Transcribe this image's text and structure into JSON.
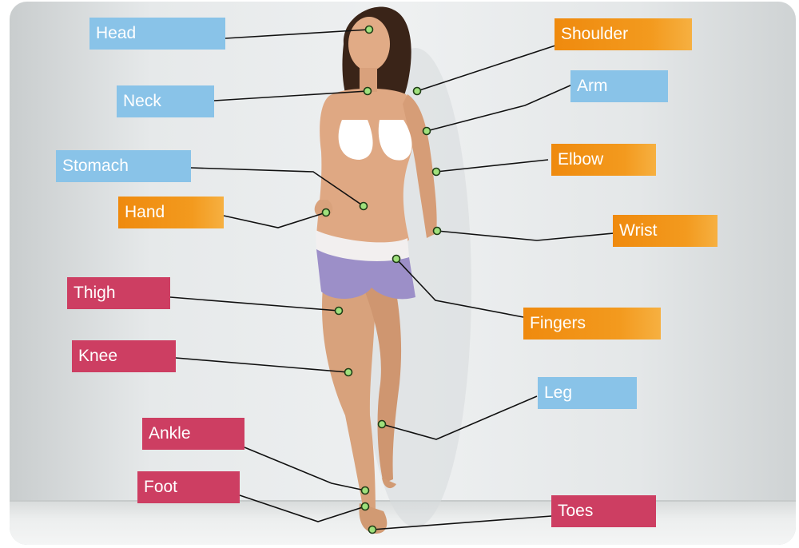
{
  "figure": {
    "labels": [
      {
        "id": "head",
        "text": "Head",
        "color": "blue"
      },
      {
        "id": "shoulder",
        "text": "Shoulder",
        "color": "orange"
      },
      {
        "id": "neck",
        "text": "Neck",
        "color": "blue"
      },
      {
        "id": "arm",
        "text": "Arm",
        "color": "blue"
      },
      {
        "id": "stomach",
        "text": "Stomach",
        "color": "blue"
      },
      {
        "id": "elbow",
        "text": "Elbow",
        "color": "orange"
      },
      {
        "id": "hand",
        "text": "Hand",
        "color": "orange"
      },
      {
        "id": "wrist",
        "text": "Wrist",
        "color": "orange"
      },
      {
        "id": "thigh",
        "text": "Thigh",
        "color": "red"
      },
      {
        "id": "fingers",
        "text": "Fingers",
        "color": "orange"
      },
      {
        "id": "knee",
        "text": "Knee",
        "color": "red"
      },
      {
        "id": "leg",
        "text": "Leg",
        "color": "blue"
      },
      {
        "id": "ankle",
        "text": "Ankle",
        "color": "red"
      },
      {
        "id": "foot",
        "text": "Foot",
        "color": "red"
      },
      {
        "id": "toes",
        "text": "Toes",
        "color": "red"
      }
    ]
  },
  "colors": {
    "blue": "#89c3e8",
    "orange": "#f39a1e",
    "red": "#cd3e62",
    "dot": "#9fe07c"
  }
}
